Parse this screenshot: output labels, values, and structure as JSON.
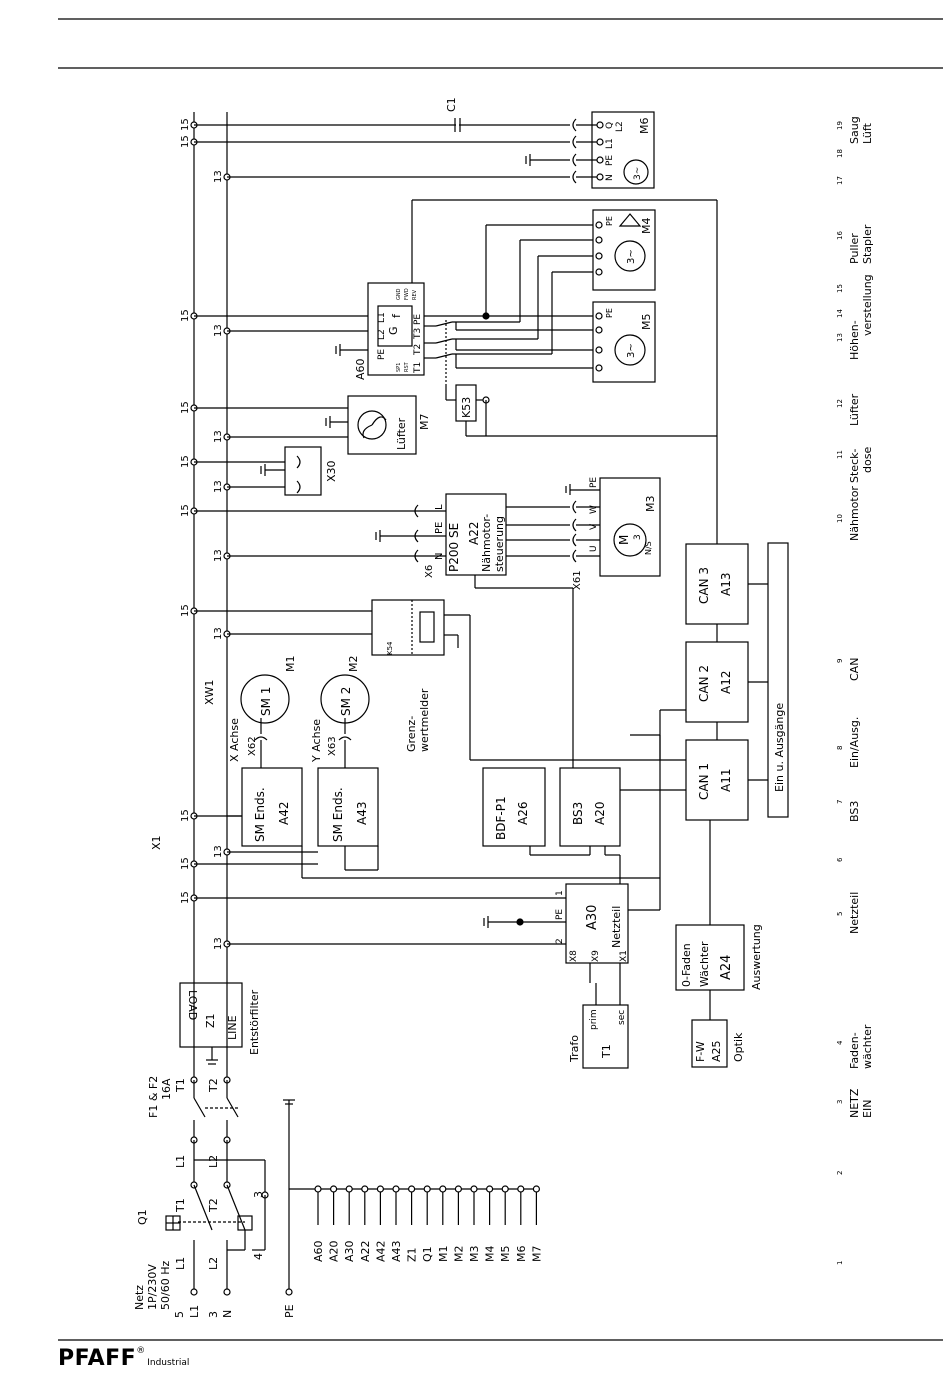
{
  "brand": {
    "name": "PFAFF",
    "reg": "®",
    "sub": "Industrial"
  },
  "supply": {
    "label": "Netz",
    "spec": "1P/230V",
    "freq": "50/60 Hz"
  },
  "terminals": {
    "L1": "L1",
    "N": "N",
    "PE": "PE",
    "L2": "L2",
    "T1": "T1",
    "T2": "T2",
    "n1": "1",
    "n2": "2",
    "n3": "3",
    "n4": "4",
    "n5": "5"
  },
  "main_switch": {
    "label": "Q1"
  },
  "fuses": {
    "label": "F1 & F2",
    "rating": "16A"
  },
  "filter": {
    "ref": "Z1",
    "line": "LINE",
    "load": "LOAD",
    "label": "Entstörfilter"
  },
  "bus": {
    "x1": "X1",
    "xw1": "XW1",
    "t15": "15",
    "t13": "13"
  },
  "trafo": {
    "label": "Trafo",
    "ref": "T1",
    "prim": "prim",
    "sec": "sec"
  },
  "netzteil": {
    "ref": "A30",
    "label": "Netzteil",
    "x8": "X8",
    "x9": "X9",
    "x1": "X1",
    "pe": "PE",
    "p1": "1",
    "p2": "2"
  },
  "a25": {
    "top": "F-W",
    "ref": "A25",
    "label": "Optik"
  },
  "a24": {
    "line1": "0-Faden",
    "line2": "Wächter",
    "ref": "A24",
    "label": "Auswertung"
  },
  "a26": {
    "top": "BDF-P1",
    "ref": "A26"
  },
  "a20": {
    "top": "BS3",
    "ref": "A20"
  },
  "a42": {
    "top": "SM Ends.",
    "ref": "A42"
  },
  "a43": {
    "top": "SM Ends.",
    "ref": "A43"
  },
  "m1": {
    "ref": "M1",
    "label": "SM 1",
    "conn": "X62",
    "axis": "X Achse"
  },
  "m2": {
    "ref": "M2",
    "label": "SM 2",
    "conn": "X63",
    "axis": "Y Achse"
  },
  "can1": {
    "top": "CAN 1",
    "ref": "A11"
  },
  "can2": {
    "top": "CAN 2",
    "ref": "A12"
  },
  "can3": {
    "top": "CAN 3",
    "ref": "A13"
  },
  "ein_aus": {
    "label": "Ein u. Ausgänge"
  },
  "grenz": {
    "line1": "Grenz-",
    "line2": "wertmelder",
    "k": "K54"
  },
  "a22": {
    "ref": "A22",
    "top": "P200 SE",
    "line1": "Nähmotor-",
    "line2": "steuerung",
    "l": "L",
    "pe": "PE",
    "n": "N",
    "x6": "X6"
  },
  "m3": {
    "ref": "M3",
    "m": "M",
    "three": "3",
    "sym": "N/S",
    "u": "U",
    "v": "V",
    "w": "W",
    "pe": "PE",
    "x61": "X61"
  },
  "x30": {
    "ref": "X30"
  },
  "m7": {
    "ref": "M7",
    "label": "Lüfter"
  },
  "k53": {
    "ref": "K53"
  },
  "a60": {
    "ref": "A60",
    "g": "G",
    "f": "f",
    "pe": "PE",
    "l2": "L2",
    "l1": "L1",
    "t1": "T1",
    "t2": "T2",
    "t3": "T3",
    "pe2": "PE",
    "gnd": "GND",
    "fwd": "FWD",
    "rev": "REV",
    "sp1": "SP1",
    "rst": "RST"
  },
  "m5": {
    "ref": "M5",
    "pe": "PE",
    "sym": "3~"
  },
  "m4": {
    "ref": "M4",
    "pe": "PE",
    "sym": "3~"
  },
  "m6": {
    "ref": "M6",
    "q": "Q",
    "l2": "L2",
    "l1": "L1",
    "pe": "PE",
    "n": "N",
    "sym": "3~"
  },
  "c1": {
    "ref": "C1"
  },
  "pe_list": [
    "A60",
    "A20",
    "A30",
    "A22",
    "A42",
    "A43",
    "Z1",
    "Q1",
    "M1",
    "M2",
    "M3",
    "M4",
    "M5",
    "M6",
    "M7"
  ],
  "columns": [
    {
      "num": "1",
      "label": ""
    },
    {
      "num": "2",
      "label": ""
    },
    {
      "num": "3",
      "label": "NETZ EIN"
    },
    {
      "num": "4",
      "label": "Faden- wächter"
    },
    {
      "num": "5",
      "label": "Netzteil"
    },
    {
      "num": "6",
      "label": ""
    },
    {
      "num": "7",
      "label": "BS3"
    },
    {
      "num": "8",
      "label": "Ein/Ausg."
    },
    {
      "num": "9",
      "label": "CAN"
    },
    {
      "num": "10",
      "label": "Nähmotor"
    },
    {
      "num": "11",
      "label": "Steck- dose"
    },
    {
      "num": "12",
      "label": "Lüfter"
    },
    {
      "num": "13",
      "label": "Höhen-"
    },
    {
      "num": "14",
      "label": "verstellung"
    },
    {
      "num": "15",
      "label": ""
    },
    {
      "num": "16",
      "label": "Puller Stapler"
    },
    {
      "num": "17",
      "label": ""
    },
    {
      "num": "18",
      "label": ""
    },
    {
      "num": "19",
      "label": "Saug Lüft"
    }
  ]
}
